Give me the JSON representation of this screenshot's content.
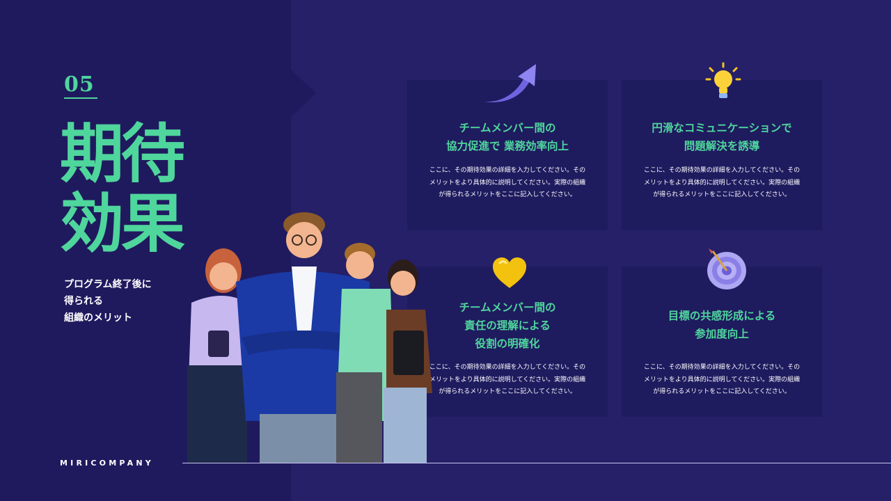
{
  "section": {
    "number": "05",
    "title": "期待効果",
    "subtitle": "プログラム終了後に\n得られる\n組織のメリット"
  },
  "footer": {
    "company": "MIRICOMPANY"
  },
  "cards": [
    {
      "icon": "arrow-up-icon",
      "title": "チームメンバー間の\n協力促進で 業務効率向上",
      "description": "ここに、その期待効果の詳細を入力してください。その\nメリットをより具体的に説明してください。実際の組織\nが得られるメリットをここに記入してください。"
    },
    {
      "icon": "lightbulb-icon",
      "title": "円滑なコミュニケーションで\n問題解決を誘導",
      "description": "ここに、その期待効果の詳細を入力してください。その\nメリットをより具体的に説明してください。実際の組織\nが得られるメリットをここに記入してください。"
    },
    {
      "icon": "heart-icon",
      "title": "チームメンバー間の\n責任の理解による\n役割の明確化",
      "description": "ここに、その期待効果の詳細を入力してください。その\nメリットをより具体的に説明してください。実際の組織\nが得られるメリットをここに記入してください。"
    },
    {
      "icon": "target-icon",
      "title": "目標の共感形成による\n参加度向上",
      "description": "ここに、その期待効果の詳細を入力してください。その\nメリットをより具体的に説明してください。実際の組織\nが得られるメリットをここに記入してください。"
    }
  ],
  "colors": {
    "background": "#252068",
    "panel": "#1f1a5e",
    "accent": "#4fd69c"
  }
}
